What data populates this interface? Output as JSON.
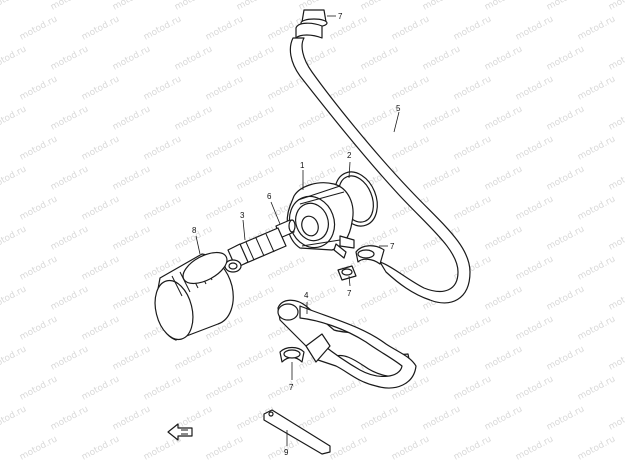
{
  "watermark": "motod.ru",
  "callouts": [
    {
      "id": "1",
      "label": "1"
    },
    {
      "id": "2",
      "label": "2"
    },
    {
      "id": "3",
      "label": "3"
    },
    {
      "id": "4",
      "label": "4"
    },
    {
      "id": "5",
      "label": "5"
    },
    {
      "id": "6",
      "label": "6"
    },
    {
      "id": "7a",
      "label": "7"
    },
    {
      "id": "7b",
      "label": "7"
    },
    {
      "id": "7c",
      "label": "7"
    },
    {
      "id": "7d",
      "label": "7"
    },
    {
      "id": "8",
      "label": "8"
    },
    {
      "id": "9",
      "label": "9"
    }
  ],
  "colors": {
    "line": "#1a1a1a",
    "watermark": "#d9d9d9",
    "background": "#ffffff"
  },
  "icons": {
    "front_arrow": "front-direction-arrow-icon"
  }
}
